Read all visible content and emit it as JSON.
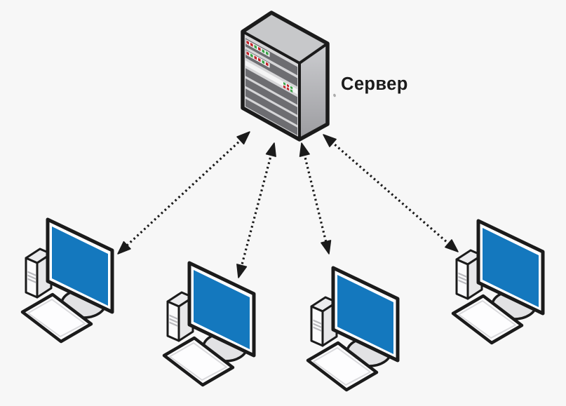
{
  "diagram": {
    "type": "client-server-star-topology",
    "nodes": [
      {
        "id": "server",
        "kind": "server",
        "label": "Сервер",
        "icon": "server-tower-icon"
      },
      {
        "id": "client-1",
        "kind": "workstation",
        "icon": "desktop-computer-icon"
      },
      {
        "id": "client-2",
        "kind": "workstation",
        "icon": "desktop-computer-icon"
      },
      {
        "id": "client-3",
        "kind": "workstation",
        "icon": "desktop-computer-icon"
      },
      {
        "id": "client-4",
        "kind": "workstation",
        "icon": "desktop-computer-icon"
      }
    ],
    "connections": [
      {
        "from": "server",
        "to": "client-1",
        "line": "dotted",
        "direction": "bidirectional"
      },
      {
        "from": "server",
        "to": "client-2",
        "line": "dotted",
        "direction": "bidirectional"
      },
      {
        "from": "server",
        "to": "client-3",
        "line": "dotted",
        "direction": "bidirectional"
      },
      {
        "from": "server",
        "to": "client-4",
        "line": "dotted",
        "direction": "bidirectional"
      }
    ],
    "colors": {
      "background": "#f7f7f7",
      "outline": "#1b1b1b",
      "label_color": "#1b1b1b",
      "screen_blue": "#1478be",
      "monitor_frame": "#ffffff",
      "device_white": "#fdfdfe",
      "server_face": "#d6d6d8",
      "server_top": "#c7c8ca",
      "server_side_top": "#cdced1",
      "server_side_bottom": "#9b9b9f",
      "vent_dark": "#6d6d71",
      "band_light": "#f4f4f5",
      "led_red": "#c22229",
      "led_green": "#3aa547",
      "stand_gray": "#e2e2e4",
      "tower_top": "#ececee",
      "tower_front": "#e7e7e9",
      "tower_side": "#fbfbfc",
      "stripe_gray": "#b9b9bd",
      "keyboard_inner": "#d9d9dc"
    }
  }
}
